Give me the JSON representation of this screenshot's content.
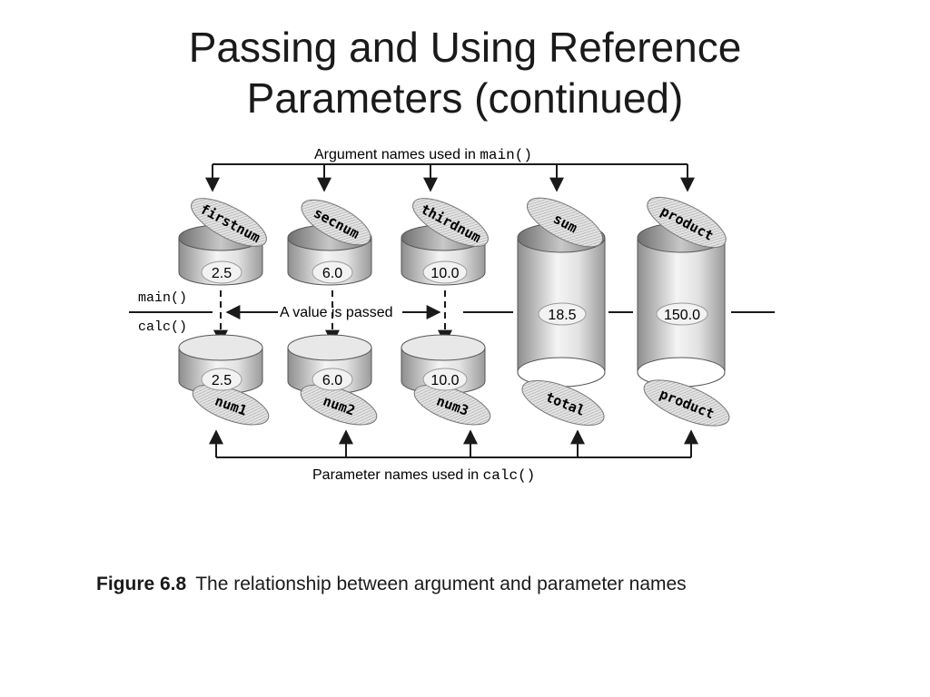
{
  "title": {
    "line1": "Passing and Using Reference",
    "line2": "Parameters (continued)"
  },
  "top_label": {
    "text": "Argument names used in ",
    "code": "main()"
  },
  "bottom_label": {
    "text": "Parameter names used in ",
    "code": "calc()"
  },
  "middle_label": "A value is passed",
  "scope_labels": {
    "upper": "main()",
    "lower": "calc()"
  },
  "arguments": [
    {
      "name": "firstnum",
      "value": "2.5"
    },
    {
      "name": "secnum",
      "value": "6.0"
    },
    {
      "name": "thirdnum",
      "value": "10.0"
    }
  ],
  "references": [
    {
      "arg_name": "sum",
      "param_name": "total",
      "value": "18.5"
    },
    {
      "arg_name": "product",
      "param_name": "product",
      "value": "150.0"
    }
  ],
  "parameters": [
    {
      "name": "num1",
      "value": "2.5"
    },
    {
      "name": "num2",
      "value": "6.0"
    },
    {
      "name": "num3",
      "value": "10.0"
    }
  ],
  "caption": {
    "label": "Figure 6.8",
    "text": "The relationship between argument and parameter names"
  },
  "colors": {
    "line": "#1a1a1a",
    "cyl_dark": "#8a8a8a",
    "cyl_light": "#f2f2f2"
  }
}
